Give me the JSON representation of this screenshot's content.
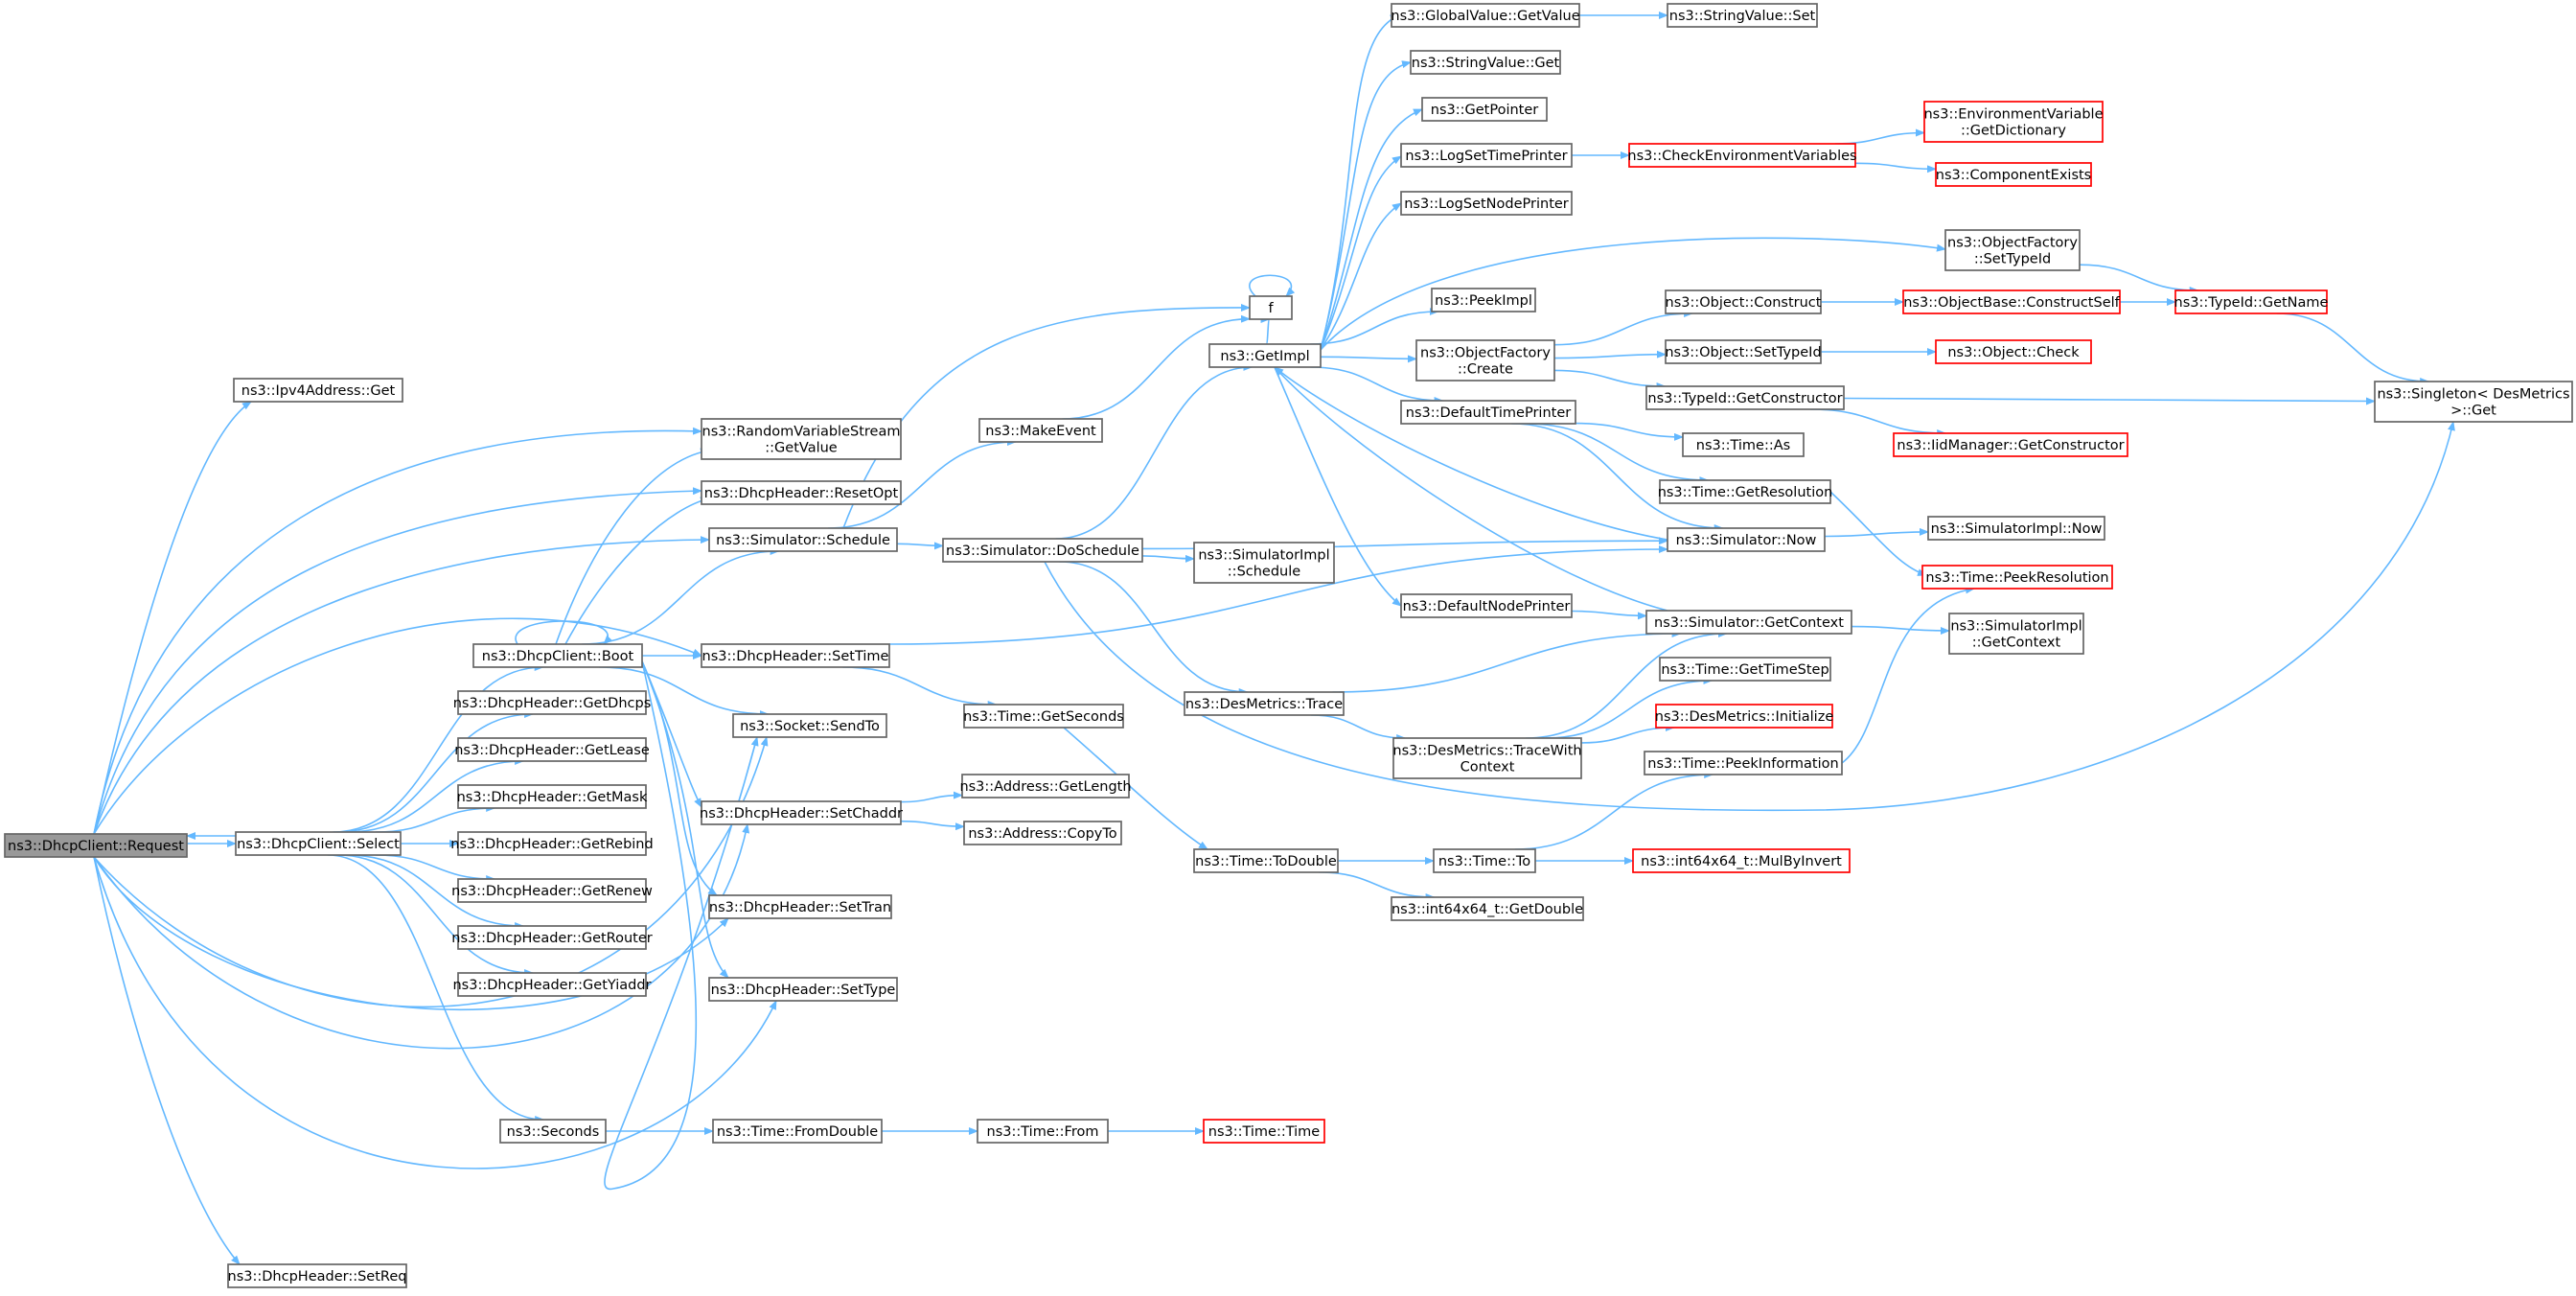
{
  "graph": {
    "nodes": [
      {
        "id": "request",
        "lines": [
          "ns3::DhcpClient::Request"
        ],
        "root": true
      },
      {
        "id": "ipv4get",
        "lines": [
          "ns3::Ipv4Address::Get"
        ]
      },
      {
        "id": "rvsget",
        "lines": [
          "ns3::RandomVariableStream",
          "::GetValue"
        ]
      },
      {
        "id": "resetopt",
        "lines": [
          "ns3::DhcpHeader::ResetOpt"
        ]
      },
      {
        "id": "schedule",
        "lines": [
          "ns3::Simulator::Schedule"
        ]
      },
      {
        "id": "boot",
        "lines": [
          "ns3::DhcpClient::Boot"
        ]
      },
      {
        "id": "settime",
        "lines": [
          "ns3::DhcpHeader::SetTime"
        ]
      },
      {
        "id": "getdhcps",
        "lines": [
          "ns3::DhcpHeader::GetDhcps"
        ]
      },
      {
        "id": "sendto",
        "lines": [
          "ns3::Socket::SendTo"
        ]
      },
      {
        "id": "getlease",
        "lines": [
          "ns3::DhcpHeader::GetLease"
        ]
      },
      {
        "id": "getmask",
        "lines": [
          "ns3::DhcpHeader::GetMask"
        ]
      },
      {
        "id": "setchaddr",
        "lines": [
          "ns3::DhcpHeader::SetChaddr"
        ]
      },
      {
        "id": "select",
        "lines": [
          "ns3::DhcpClient::Select"
        ]
      },
      {
        "id": "getrebind",
        "lines": [
          "ns3::DhcpHeader::GetRebind"
        ]
      },
      {
        "id": "getrenew",
        "lines": [
          "ns3::DhcpHeader::GetRenew"
        ]
      },
      {
        "id": "settran",
        "lines": [
          "ns3::DhcpHeader::SetTran"
        ]
      },
      {
        "id": "getrouter",
        "lines": [
          "ns3::DhcpHeader::GetRouter"
        ]
      },
      {
        "id": "getyiaddr",
        "lines": [
          "ns3::DhcpHeader::GetYiaddr"
        ]
      },
      {
        "id": "settype",
        "lines": [
          "ns3::DhcpHeader::SetType"
        ]
      },
      {
        "id": "seconds",
        "lines": [
          "ns3::Seconds"
        ]
      },
      {
        "id": "fromdouble",
        "lines": [
          "ns3::Time::FromDouble"
        ]
      },
      {
        "id": "setreq",
        "lines": [
          "ns3::DhcpHeader::SetReq"
        ]
      },
      {
        "id": "makeevent",
        "lines": [
          "ns3::MakeEvent"
        ]
      },
      {
        "id": "doschedule",
        "lines": [
          "ns3::Simulator::DoSchedule"
        ]
      },
      {
        "id": "getseconds",
        "lines": [
          "ns3::Time::GetSeconds"
        ]
      },
      {
        "id": "addrgetlen",
        "lines": [
          "ns3::Address::GetLength"
        ]
      },
      {
        "id": "addrcopyto",
        "lines": [
          "ns3::Address::CopyTo"
        ]
      },
      {
        "id": "timefrom",
        "lines": [
          "ns3::Time::From"
        ]
      },
      {
        "id": "timetime",
        "lines": [
          "ns3::Time::Time"
        ],
        "red": true
      },
      {
        "id": "f",
        "lines": [
          "f"
        ]
      },
      {
        "id": "getimpl",
        "lines": [
          "ns3::GetImpl"
        ]
      },
      {
        "id": "simimplsched",
        "lines": [
          "ns3::SimulatorImpl",
          "::Schedule"
        ]
      },
      {
        "id": "desmtrace",
        "lines": [
          "ns3::DesMetrics::Trace"
        ]
      },
      {
        "id": "todouble",
        "lines": [
          "ns3::Time::ToDouble"
        ]
      },
      {
        "id": "gvget",
        "lines": [
          "ns3::GlobalValue::GetValue"
        ]
      },
      {
        "id": "svget",
        "lines": [
          "ns3::StringValue::Get"
        ]
      },
      {
        "id": "getpointer",
        "lines": [
          "ns3::GetPointer"
        ]
      },
      {
        "id": "logsettime",
        "lines": [
          "ns3::LogSetTimePrinter"
        ]
      },
      {
        "id": "logsetnode",
        "lines": [
          "ns3::LogSetNodePrinter"
        ]
      },
      {
        "id": "peekimpl",
        "lines": [
          "ns3::PeekImpl"
        ]
      },
      {
        "id": "ofcreate",
        "lines": [
          "ns3::ObjectFactory",
          "::Create"
        ]
      },
      {
        "id": "deftimepr",
        "lines": [
          "ns3::DefaultTimePrinter"
        ]
      },
      {
        "id": "defnodepr",
        "lines": [
          "ns3::DefaultNodePrinter"
        ]
      },
      {
        "id": "tracewith",
        "lines": [
          "ns3::DesMetrics::TraceWith",
          "Context"
        ]
      },
      {
        "id": "timeto",
        "lines": [
          "ns3::Time::To"
        ]
      },
      {
        "id": "i64getdouble",
        "lines": [
          "ns3::int64x64_t::GetDouble"
        ]
      },
      {
        "id": "svset",
        "lines": [
          "ns3::StringValue::Set"
        ]
      },
      {
        "id": "checkenv",
        "lines": [
          "ns3::CheckEnvironmentVariables"
        ],
        "red": true
      },
      {
        "id": "objconstruct",
        "lines": [
          "ns3::Object::Construct"
        ]
      },
      {
        "id": "objsettypeid",
        "lines": [
          "ns3::Object::SetTypeId"
        ]
      },
      {
        "id": "tidgetctor",
        "lines": [
          "ns3::TypeId::GetConstructor"
        ]
      },
      {
        "id": "timeas",
        "lines": [
          "ns3::Time::As"
        ]
      },
      {
        "id": "timegetres",
        "lines": [
          "ns3::Time::GetResolution"
        ]
      },
      {
        "id": "simnow",
        "lines": [
          "ns3::Simulator::Now"
        ]
      },
      {
        "id": "simgetctx",
        "lines": [
          "ns3::Simulator::GetContext"
        ]
      },
      {
        "id": "timegetstep",
        "lines": [
          "ns3::Time::GetTimeStep"
        ]
      },
      {
        "id": "desminit",
        "lines": [
          "ns3::DesMetrics::Initialize"
        ],
        "red": true
      },
      {
        "id": "timepeekinfo",
        "lines": [
          "ns3::Time::PeekInformation"
        ]
      },
      {
        "id": "i64mulbyinv",
        "lines": [
          "ns3::int64x64_t::MulByInvert"
        ],
        "red": true
      },
      {
        "id": "envgetdict",
        "lines": [
          "ns3::EnvironmentVariable",
          "::GetDictionary"
        ],
        "red": true
      },
      {
        "id": "compexists",
        "lines": [
          "ns3::ComponentExists"
        ],
        "red": true
      },
      {
        "id": "ofsettypeid",
        "lines": [
          "ns3::ObjectFactory",
          "::SetTypeId"
        ]
      },
      {
        "id": "obconstructself",
        "lines": [
          "ns3::ObjectBase::ConstructSelf"
        ],
        "red": true
      },
      {
        "id": "objcheck",
        "lines": [
          "ns3::Object::Check"
        ],
        "red": true
      },
      {
        "id": "iidgetctor",
        "lines": [
          "ns3::IidManager::GetConstructor"
        ],
        "red": true
      },
      {
        "id": "simimplnow",
        "lines": [
          "ns3::SimulatorImpl::Now"
        ]
      },
      {
        "id": "timepeekres",
        "lines": [
          "ns3::Time::PeekResolution"
        ],
        "red": true
      },
      {
        "id": "simimplgetctx",
        "lines": [
          "ns3::SimulatorImpl",
          "::GetContext"
        ]
      },
      {
        "id": "tidgetname",
        "lines": [
          "ns3::TypeId::GetName"
        ],
        "red": true
      },
      {
        "id": "singletonget",
        "lines": [
          "ns3::Singleton< DesMetrics",
          ">::Get"
        ]
      }
    ]
  }
}
